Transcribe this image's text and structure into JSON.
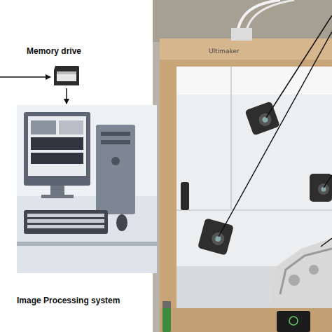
{
  "diagram": {
    "nodes": [
      {
        "text": [
          "Memory drive"
        ]
      },
      {
        "text": [
          "Image Processing system"
        ]
      }
    ],
    "edges": [
      {
        "from": 0,
        "to": 1,
        "arrow": "to"
      }
    ],
    "labels": [
      "Ultimaker"
    ]
  }
}
